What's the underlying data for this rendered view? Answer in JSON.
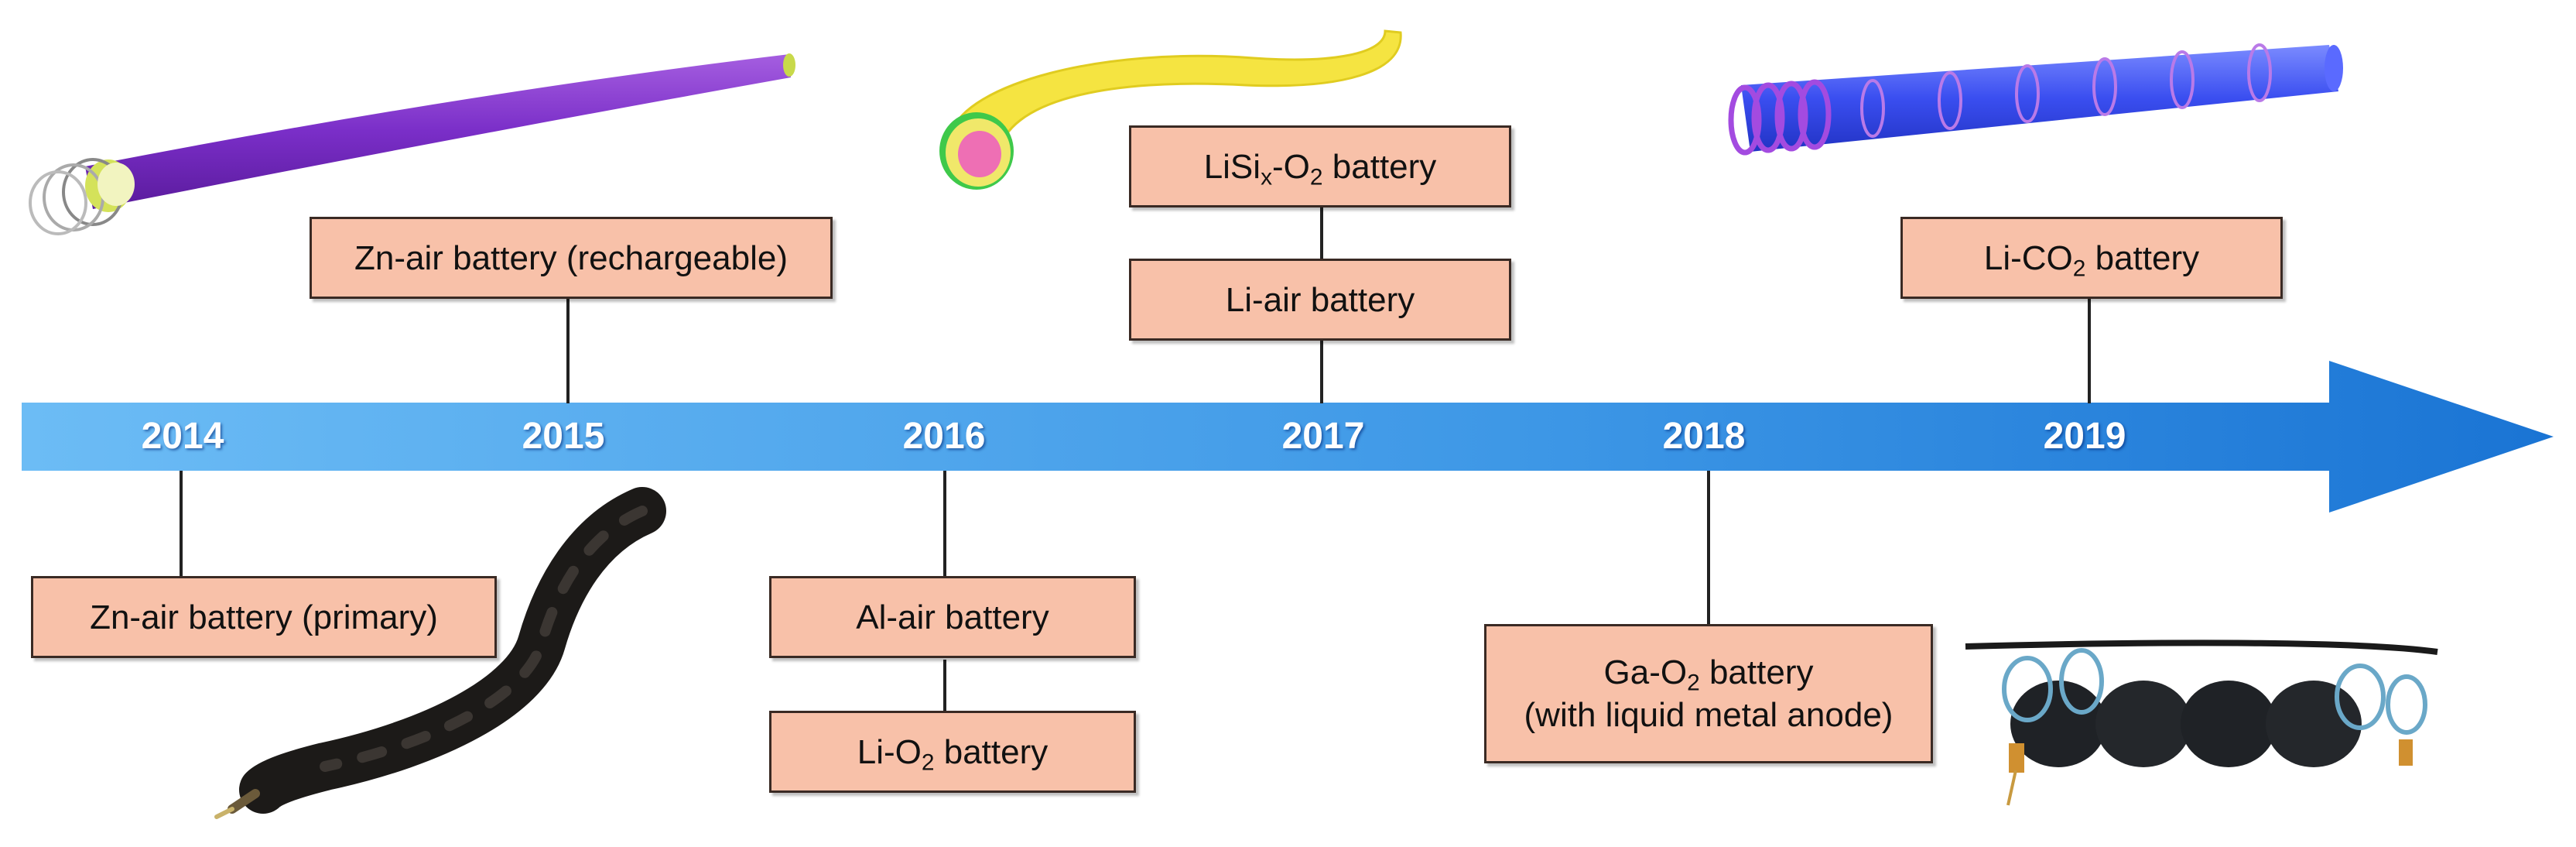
{
  "timeline": {
    "years": [
      "2014",
      "2015",
      "2016",
      "2017",
      "2018",
      "2019"
    ],
    "arrow_color_light": "#5fb2f2",
    "arrow_color_dark": "#1a74d4"
  },
  "boxes": {
    "zn_air_rechargeable": "Zn-air battery (rechargeable)",
    "zn_air_primary": "Zn-air battery (primary)",
    "al_air": "Al-air battery",
    "li_o2": {
      "pre": "Li-O",
      "sub": "2",
      "post": " battery"
    },
    "lisix_o2": {
      "pre": "LiSi",
      "sub1": "x",
      "mid": "-O",
      "sub2": "2",
      "post": " battery"
    },
    "li_air": "Li-air battery",
    "ga_o2": {
      "line1_pre": "Ga-O",
      "line1_sub": "2",
      "line1_post": " battery",
      "line2": "(with liquid metal anode)"
    },
    "li_co2": {
      "pre": "Li-CO",
      "sub": "2",
      "post": " battery"
    }
  },
  "box_color": "#f8c1a9",
  "illustrations": {
    "fiber_2014": "purple-fiber-battery-icon",
    "fiber_2016": "yellow-fiber-battery-icon",
    "fiber_2019": "blue-spiral-fiber-battery-icon",
    "photo_2014": "black-cable-battery-photo",
    "photo_2018": "beaded-cable-battery-photo"
  }
}
